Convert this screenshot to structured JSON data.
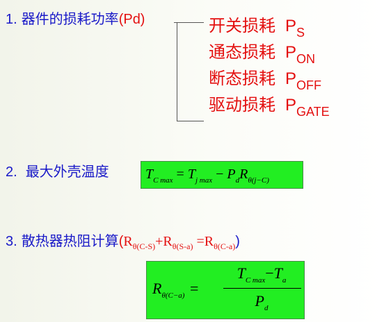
{
  "section1": {
    "number": "1.",
    "title": "器件的损耗功率",
    "abbr": "(Pd)",
    "items": [
      {
        "label": "开关损耗",
        "symbol": "P",
        "sub": "S"
      },
      {
        "label": "通态损耗",
        "symbol": "P",
        "sub": "ON"
      },
      {
        "label": "断态损耗",
        "symbol": "P",
        "sub": "OFF"
      },
      {
        "label": "驱动损耗",
        "symbol": "P",
        "sub": "GATE"
      }
    ]
  },
  "section2": {
    "number": "2.",
    "title": "最大外壳温度",
    "formula": {
      "lhs": "T",
      "lhs_sub": "C max",
      "eq": "=",
      "t1": "T",
      "t1_sub": "j max",
      "minus": "−",
      "t2": "P",
      "t2_sub": "d",
      "t3": "R",
      "t3_sub": "θ(j−C)"
    }
  },
  "section3": {
    "number": "3.",
    "title": "散热器热阻计算",
    "eq_open": "(",
    "r1": "R",
    "r1_sub": "θ(C-S)",
    "plus": "+",
    "r2": "R",
    "r2_sub": "θ(S-a)",
    "eq_sign": "=",
    "r3": "R",
    "r3_sub": "θ(C-a)",
    "eq_close": ")",
    "formula": {
      "lhs": "R",
      "lhs_sub": "θ(C−a)",
      "eq": "=",
      "num_a": "T",
      "num_a_sub": "C max",
      "num_minus": "−",
      "num_b": "T",
      "num_b_sub": "a",
      "den": "P",
      "den_sub": "d"
    }
  }
}
